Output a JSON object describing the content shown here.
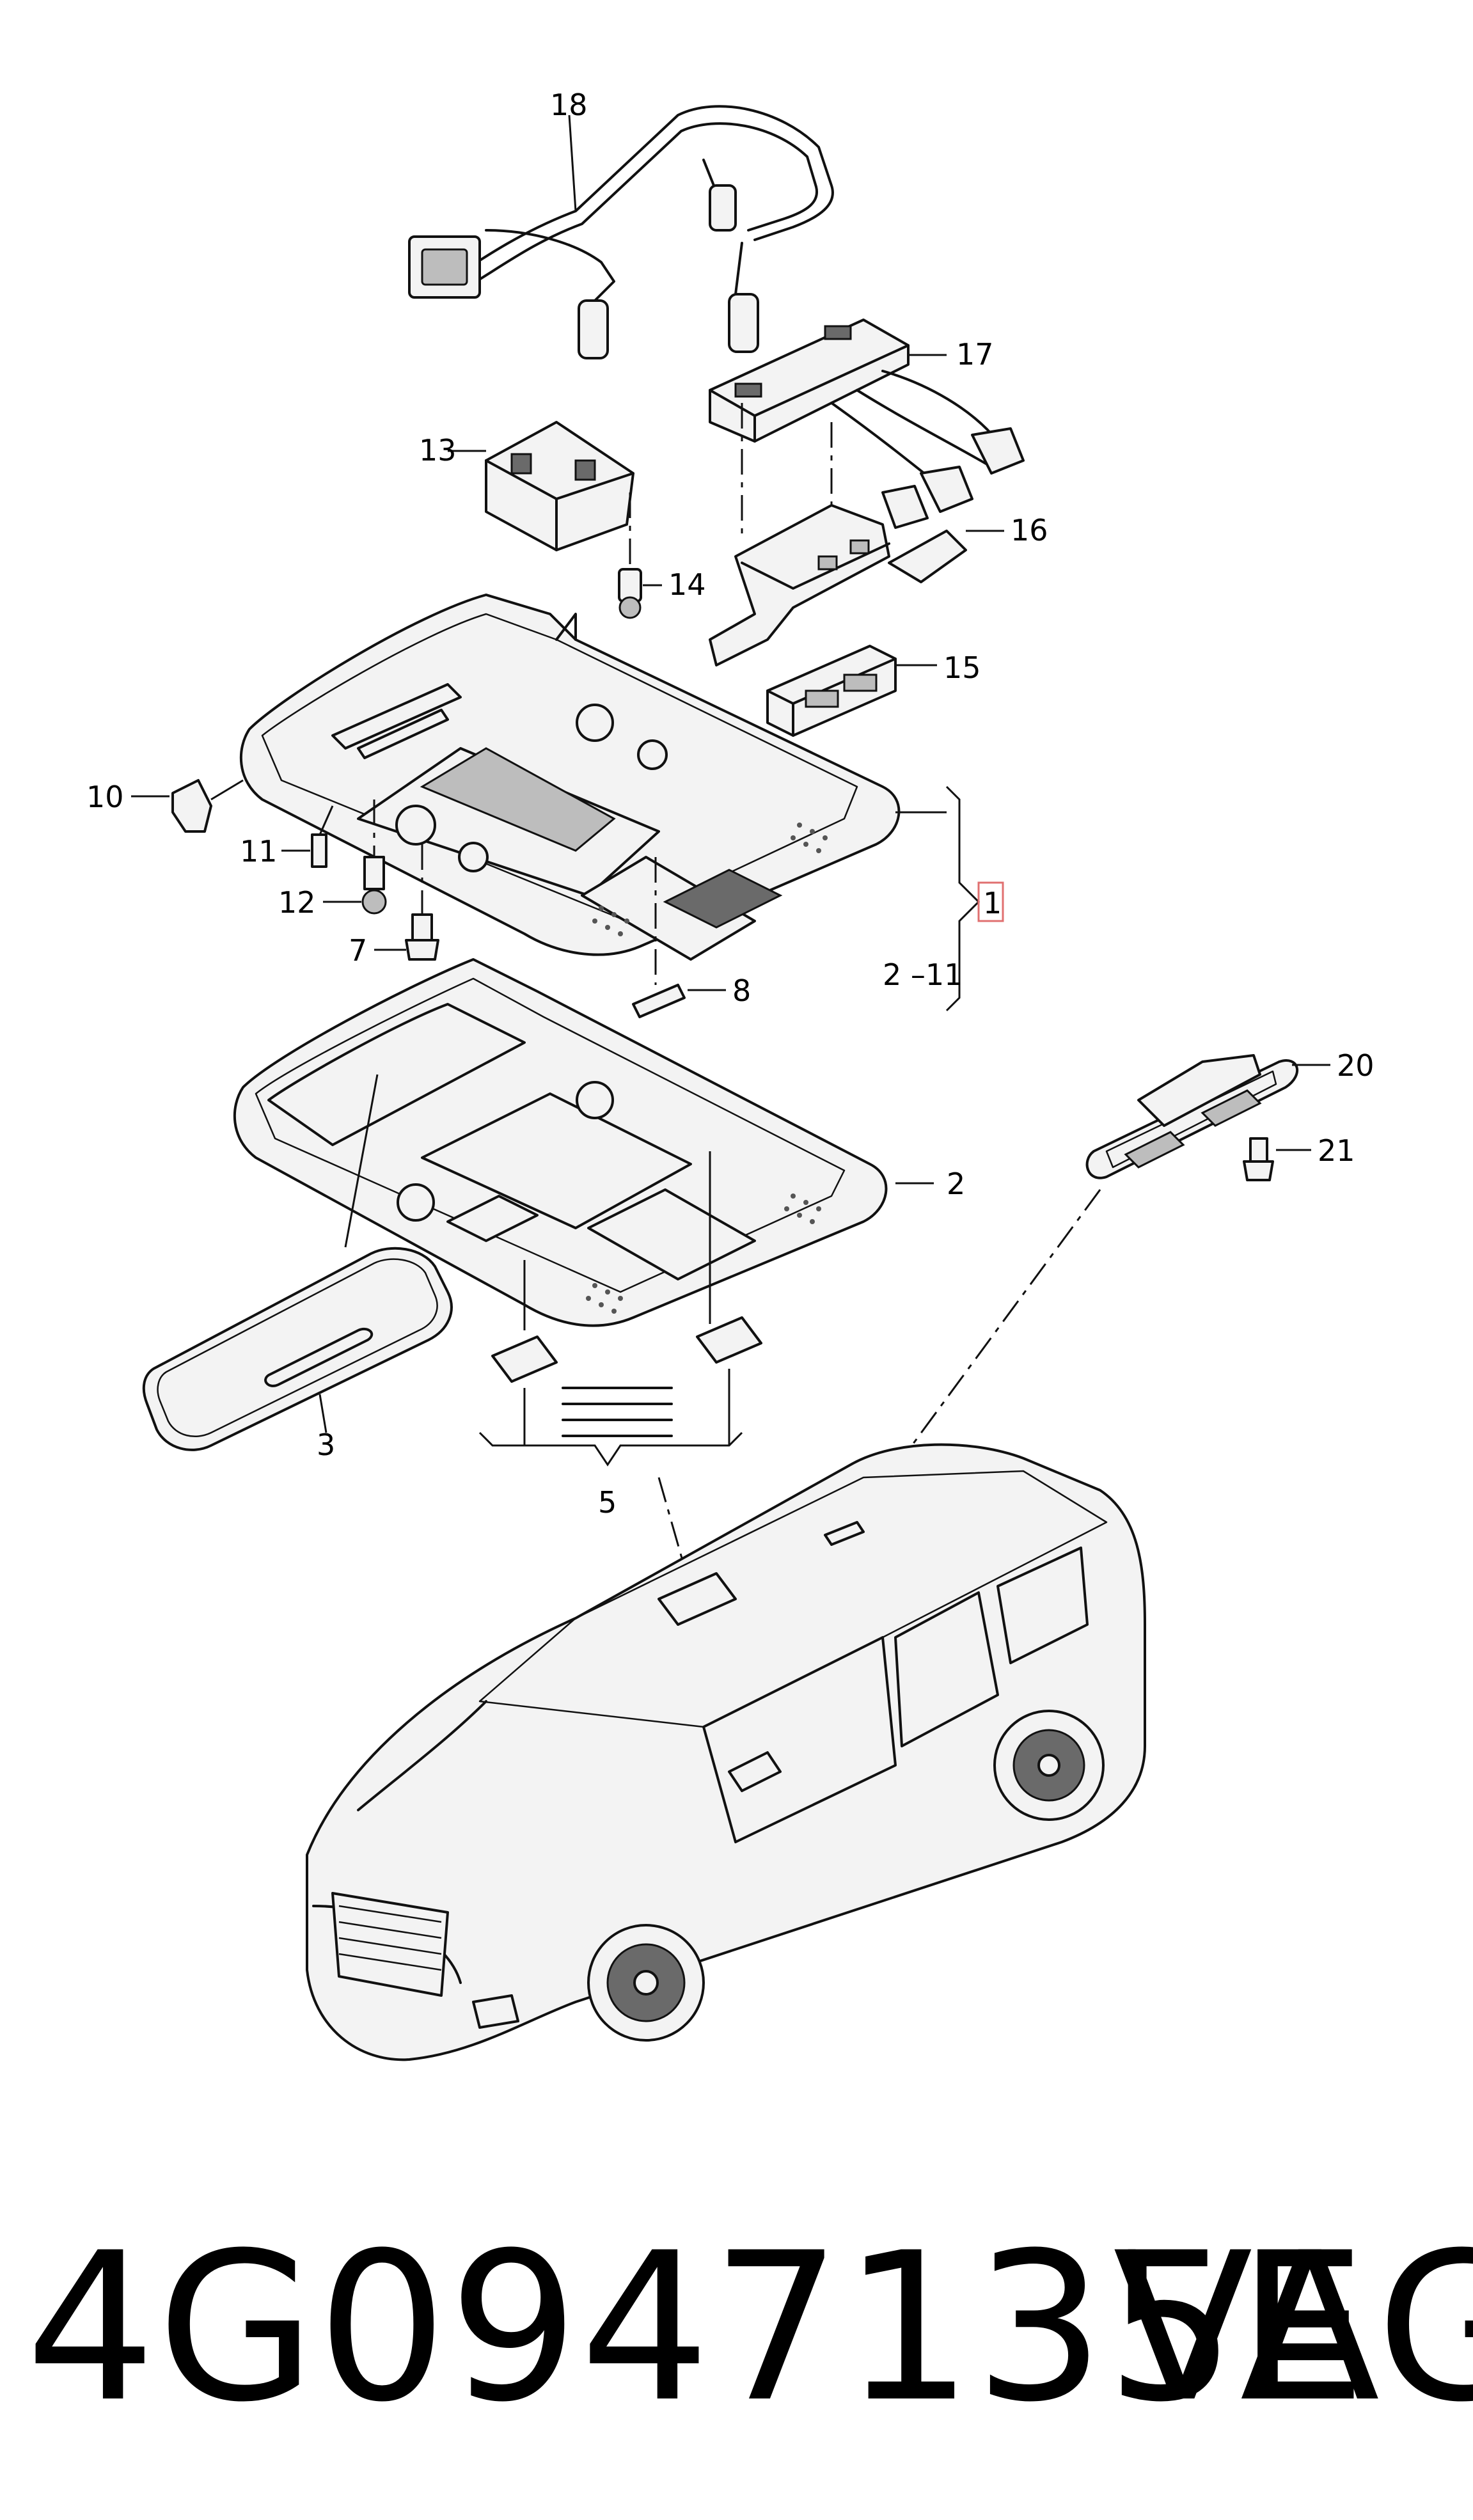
{
  "callouts": {
    "c18": "18",
    "c17": "17",
    "c13": "13",
    "c14": "14",
    "c16": "16",
    "c15": "15",
    "c10": "10",
    "c11": "11",
    "c12": "12",
    "c7": "7",
    "c1": "1",
    "c2_11": "2 –11",
    "c8": "8",
    "c20": "20",
    "c21": "21",
    "c2": "2",
    "c3": "3",
    "c5": "5"
  },
  "footer": {
    "part_number": "4G0947135E",
    "brand": "VAG"
  },
  "colors": {
    "line": "#111111",
    "highlight_box": "#e07070",
    "background": "#ffffff"
  }
}
